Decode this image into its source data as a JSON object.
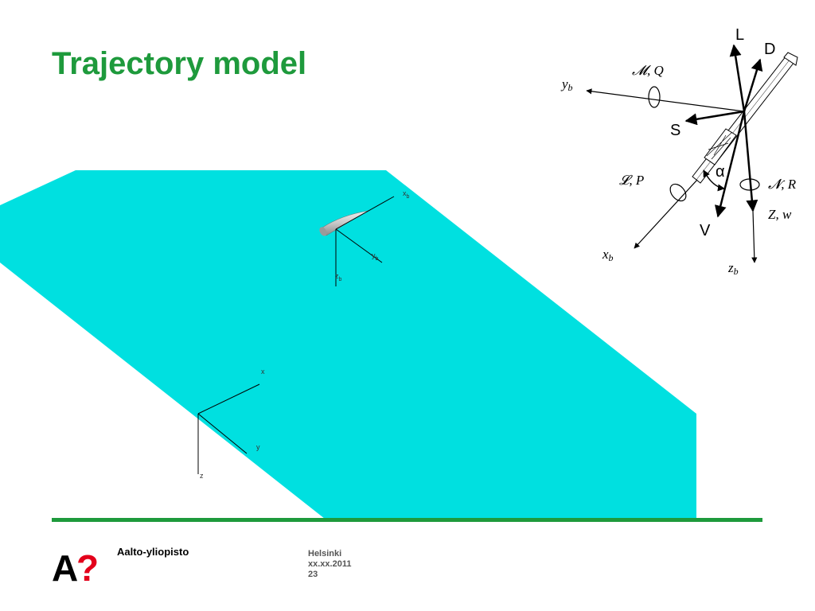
{
  "slide": {
    "title": "Trajectory model"
  },
  "scene3d": {
    "ground_color": "#00e0e0",
    "body_axes": {
      "x_label": "x",
      "x_sub": "b",
      "y_label": "y",
      "y_sub": "b",
      "z_label": "z",
      "z_sub": "b"
    },
    "world_axes": {
      "x_label": "x",
      "y_label": "y",
      "z_label": "z"
    }
  },
  "fbd": {
    "force_labels": {
      "lift": "L",
      "drag": "D",
      "side": "S",
      "velocity": "V",
      "alpha": "α"
    },
    "moment_labels": {
      "pitch": "𝓜, Q",
      "roll": "𝓛, P",
      "yaw": "𝓝, R",
      "z_force": "Z, w"
    },
    "axis_labels": {
      "yb": "y",
      "yb_sub": "b",
      "xb": "x",
      "xb_sub": "b",
      "zb": "z",
      "zb_sub": "b"
    }
  },
  "footer": {
    "logo_mark": "A?",
    "organization": "Aalto-yliopisto",
    "city": "Helsinki",
    "date": "xx.xx.2011",
    "page": "23"
  }
}
